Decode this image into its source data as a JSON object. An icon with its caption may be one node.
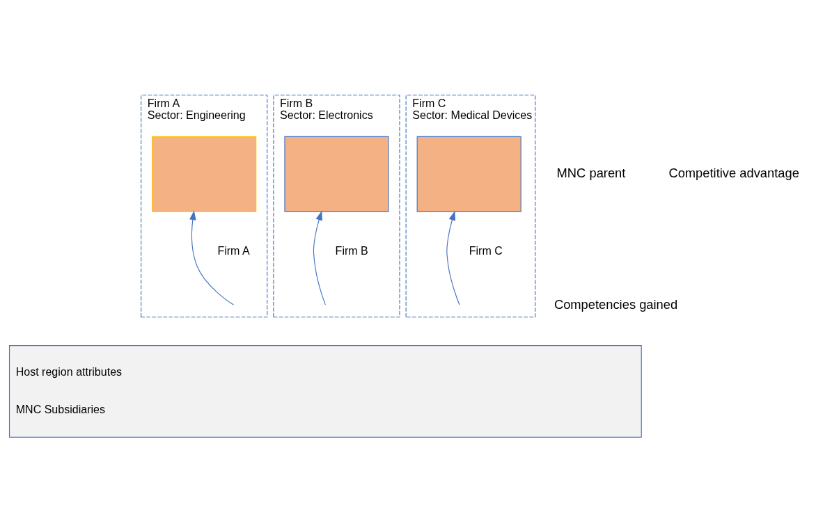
{
  "diagram": {
    "nodes": [
      {
        "text": [
          "Firm A",
          "Sector: Engineering"
        ]
      },
      {
        "text": [],
        "shape": "box",
        "in": 0,
        "beside": [
          "Firm A"
        ]
      },
      {
        "text": [
          "Firm B",
          "Sector: Electronics"
        ]
      },
      {
        "text": [],
        "shape": "box",
        "in": 2,
        "beside": [
          "Firm B"
        ]
      },
      {
        "text": [
          "Firm C",
          "Sector: Medical Devices"
        ]
      },
      {
        "text": [],
        "shape": "box",
        "in": 4,
        "beside": [
          "Firm C"
        ]
      },
      {
        "text": [
          "Host region attributes",
          "MNC Subsidiaries"
        ]
      }
    ],
    "edges": [
      {
        "from": null,
        "to": 1,
        "arrow": "to"
      },
      {
        "from": null,
        "to": 3,
        "arrow": "to"
      },
      {
        "from": null,
        "to": 5,
        "arrow": "to"
      }
    ],
    "labels": [
      "MNC parent",
      "Competitive advantage",
      "Competencies gained"
    ]
  }
}
